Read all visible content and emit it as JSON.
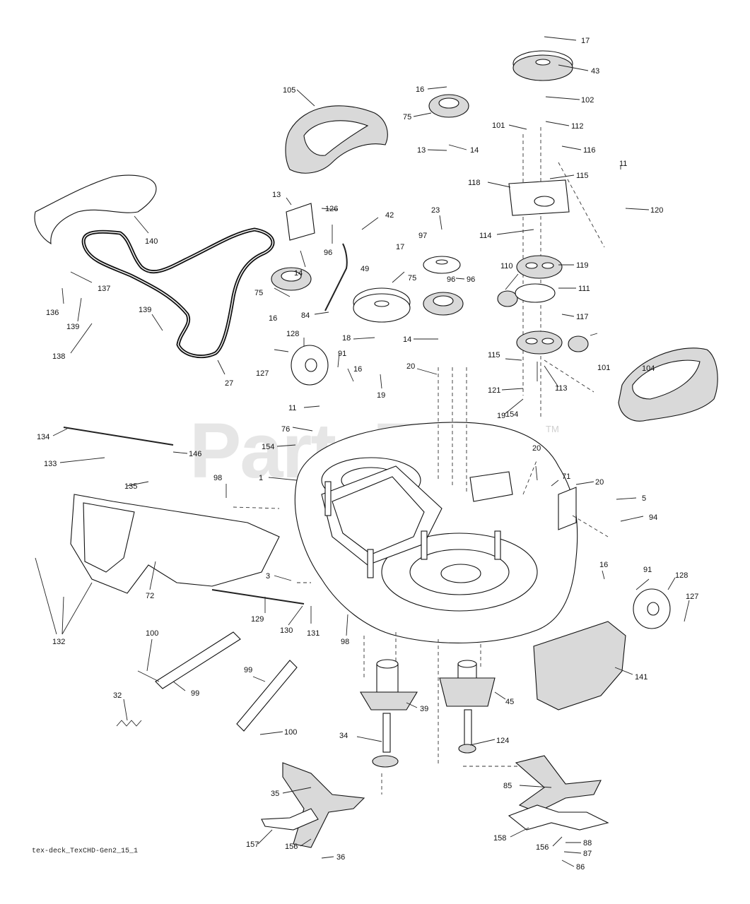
{
  "watermark": {
    "text": "PartsTree",
    "tm": "TM"
  },
  "footer": {
    "code": "tex-deck_TexCHD-Gen2_15_1"
  },
  "callouts": [
    "17",
    "43",
    "102",
    "112",
    "116",
    "115",
    "118",
    "120",
    "16",
    "75",
    "14",
    "13",
    "105",
    "101",
    "11",
    "126",
    "42",
    "23",
    "97",
    "114",
    "119",
    "111",
    "110",
    "117",
    "113",
    "96",
    "49",
    "17",
    "75",
    "96",
    "14",
    "18",
    "19",
    "20",
    "121",
    "19",
    "104",
    "101",
    "154",
    "115",
    "140",
    "137",
    "136",
    "139",
    "139",
    "138",
    "27",
    "13",
    "96",
    "14",
    "75",
    "16",
    "84",
    "128",
    "127",
    "91",
    "16",
    "11",
    "76",
    "154",
    "134",
    "146",
    "133",
    "135",
    "98",
    "1",
    "20",
    "71",
    "20",
    "5",
    "94",
    "3",
    "72",
    "129",
    "130",
    "131",
    "98",
    "16",
    "91",
    "128",
    "127",
    "141",
    "132",
    "100",
    "99",
    "99",
    "100",
    "32",
    "39",
    "45",
    "34",
    "124",
    "35",
    "157",
    "156",
    "36",
    "85",
    "158",
    "156",
    "88",
    "87",
    "86"
  ]
}
